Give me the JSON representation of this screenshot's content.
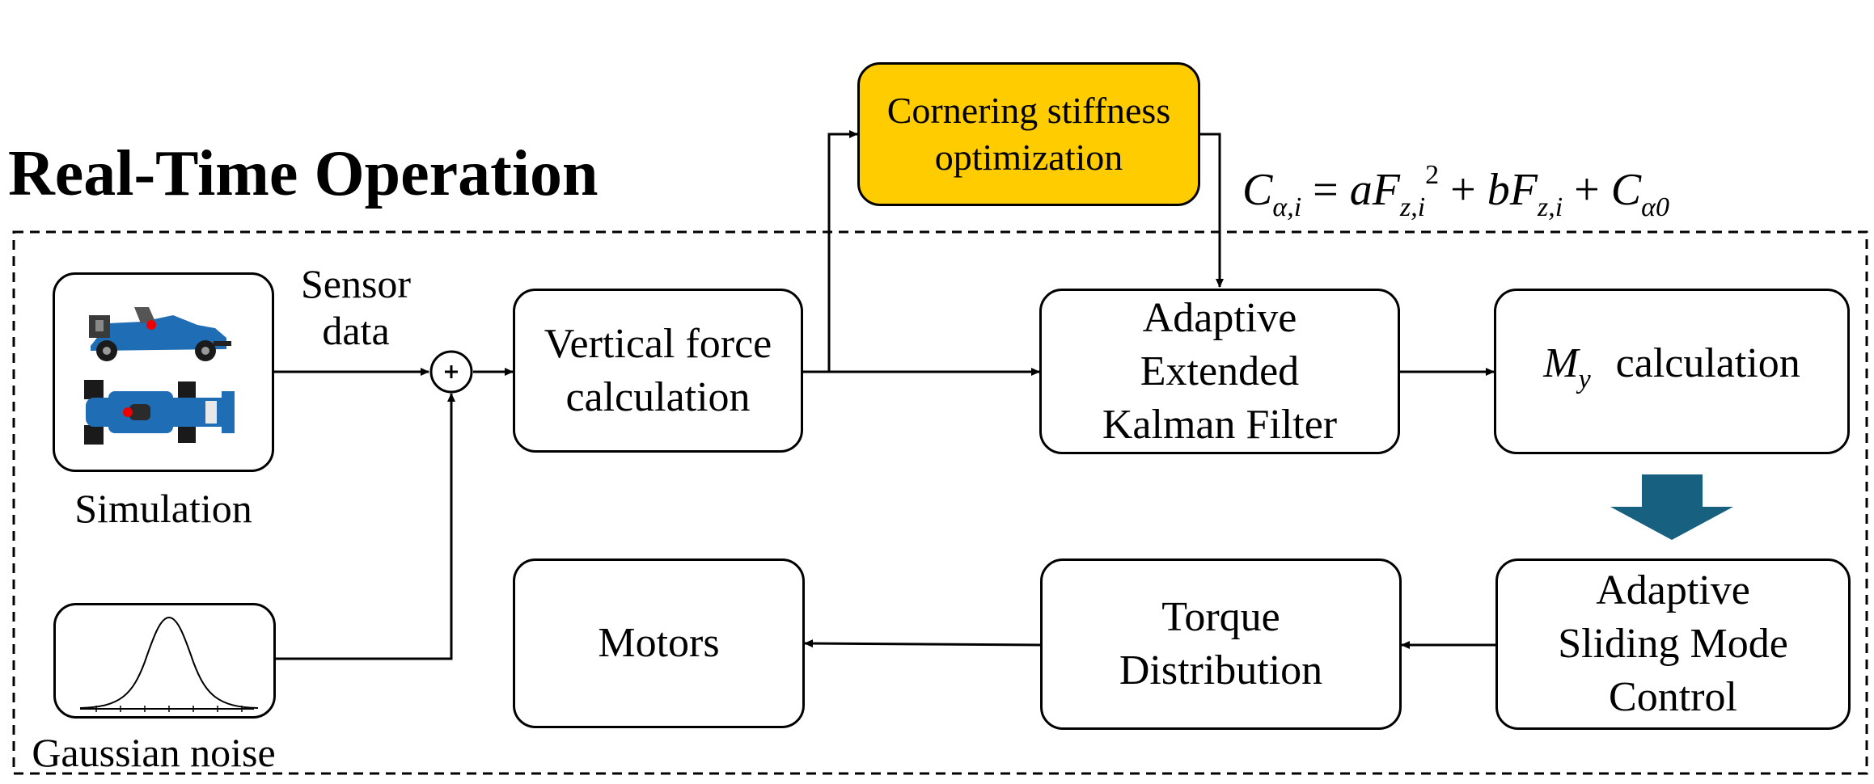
{
  "title": "Real-Time Operation",
  "inputs": {
    "simulation_label": "Simulation",
    "sensor_label_line1": "Sensor",
    "sensor_label_line2": "data",
    "noise_label": "Gaussian noise",
    "sum_symbol": "+"
  },
  "blocks": {
    "vertical_force": [
      "Vertical force",
      "calculation"
    ],
    "cornering": [
      "Cornering stiffness",
      "optimization"
    ],
    "aekf": [
      "Adaptive",
      "Extended",
      "Kalman Filter"
    ],
    "my_calc_symbol": "M",
    "my_calc_sub": "y",
    "my_calc_text": "calculation",
    "asmc": [
      "Adaptive",
      "Sliding Mode",
      "Control"
    ],
    "torque": [
      "Torque",
      "Distribution"
    ],
    "motors": "Motors"
  },
  "equation": {
    "lhs": "C",
    "lhs_sub": "α,i",
    "eq": "=",
    "t1": "aF",
    "t1_sub": "z,i",
    "t1_sup": "2",
    "plus": "+",
    "t2": "bF",
    "t2_sub": "z,i",
    "t3": "C",
    "t3_sub": "α0"
  },
  "colors": {
    "highlight": "#ffcc00",
    "big_arrow": "#17607f",
    "car_blue": "#1f6db5"
  },
  "icons": [
    "race-car-side-icon",
    "race-car-top-icon",
    "gaussian-curve-icon",
    "down-arrow-icon"
  ]
}
